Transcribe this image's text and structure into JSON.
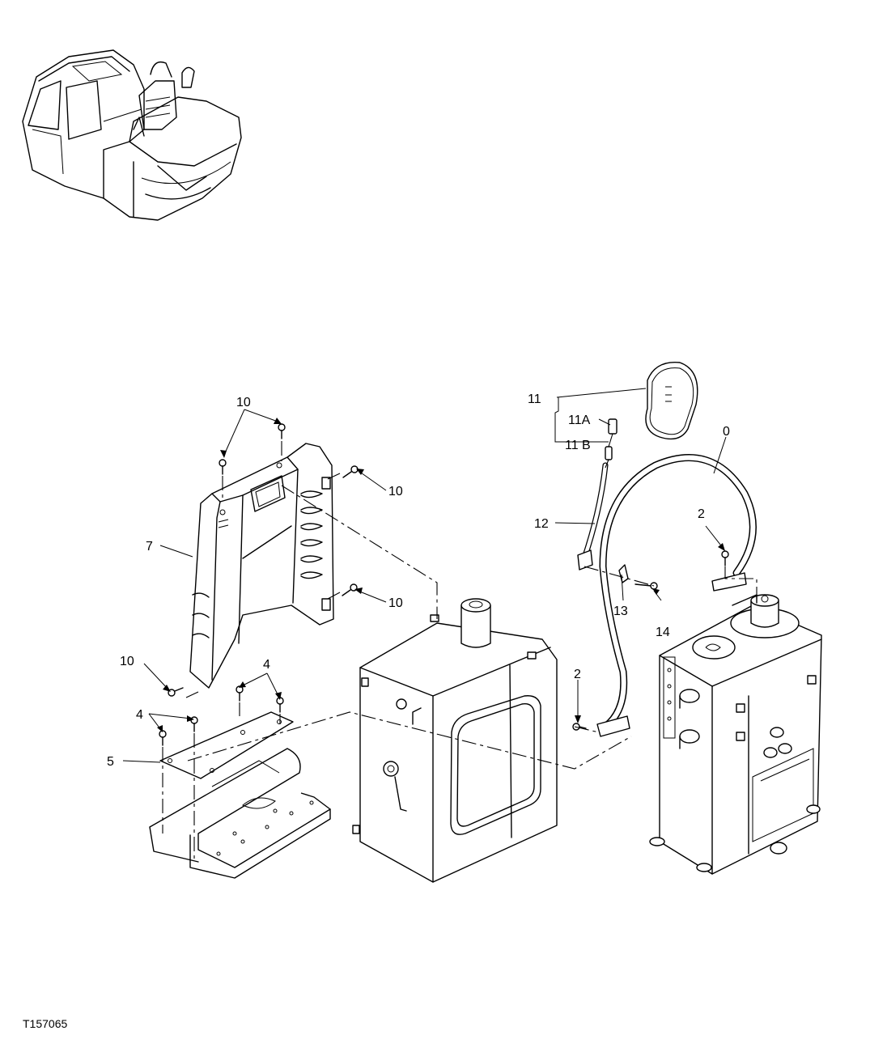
{
  "figure_id": "T157065",
  "callouts": {
    "c0": "0",
    "c2a": "2",
    "c2b": "2",
    "c4a": "4",
    "c4b": "4",
    "c5": "5",
    "c7": "7",
    "c10a": "10",
    "c10b": "10",
    "c10c": "10",
    "c10d": "10",
    "c11": "11",
    "c11a": "11A",
    "c11b": "11 B",
    "c12": "12",
    "c13": "13",
    "c14": "14"
  }
}
